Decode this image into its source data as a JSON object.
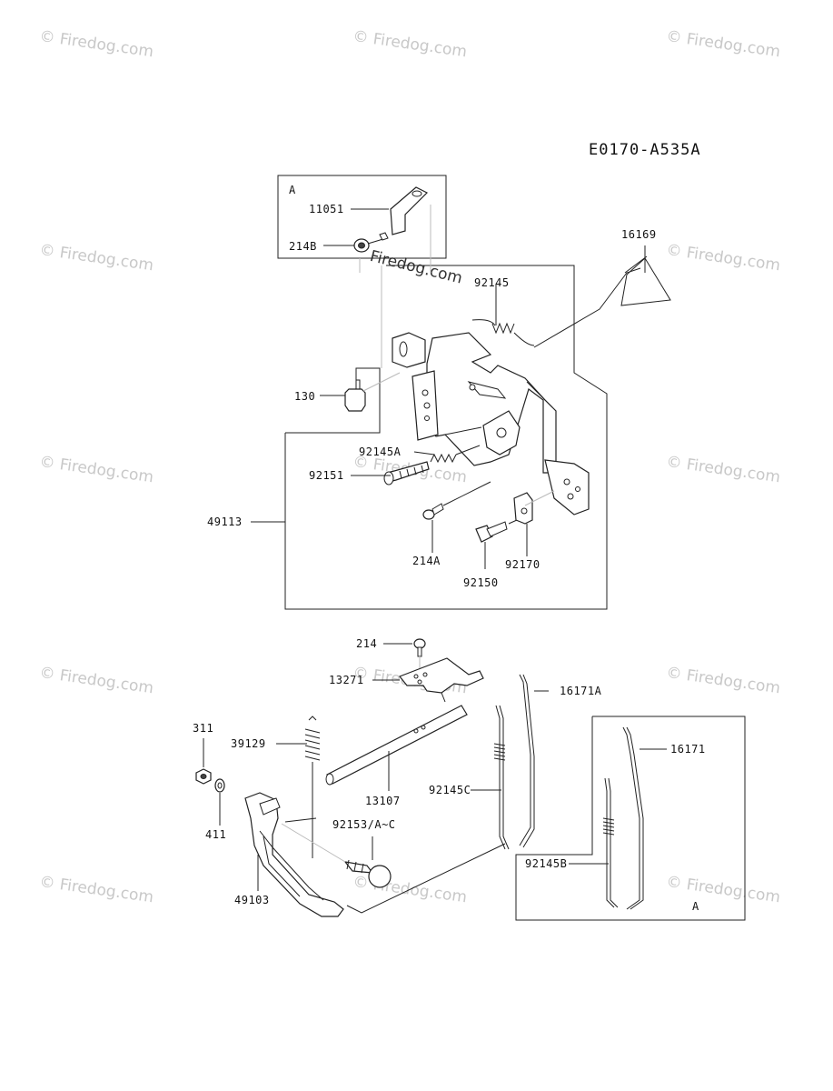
{
  "diagram_code": "E0170-A535A",
  "watermark": "© Firedog.com",
  "watermark_center": "Firedog.com",
  "box_a_labels": [
    "A",
    "A"
  ],
  "parts": {
    "p11051": "11051",
    "p214B": "214B",
    "p16169": "16169",
    "p92145": "92145",
    "p130": "130",
    "p92145A": "92145A",
    "p92151": "92151",
    "p49113": "49113",
    "p214A": "214A",
    "p92150": "92150",
    "p92170": "92170",
    "p214": "214",
    "p13271": "13271",
    "p16171A": "16171A",
    "p311": "311",
    "p39129": "39129",
    "p16171": "16171",
    "p13107": "13107",
    "p92145C": "92145C",
    "p411": "411",
    "p92153": "92153/A~C",
    "p92145B": "92145B",
    "p49103": "49103"
  }
}
